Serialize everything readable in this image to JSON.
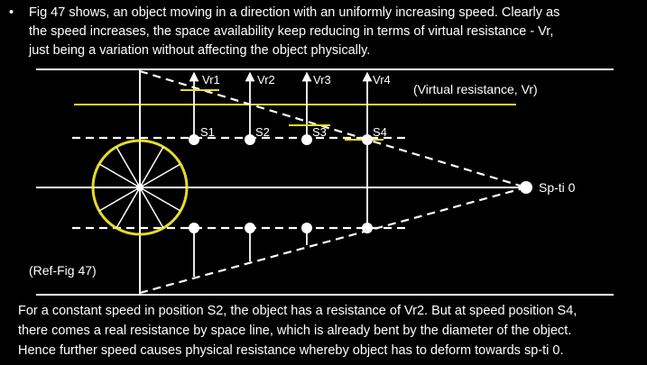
{
  "intro": {
    "bullet": "•",
    "lines": [
      "Fig 47 shows, an object moving in a direction with an uniformly increasing speed. Clearly as",
      "the speed increases, the space availability keep reducing in terms of virtual resistance - Vr,",
      "just being a variation without affecting the object physically."
    ]
  },
  "diagram": {
    "vr_labels": [
      "Vr1",
      "Vr2",
      "Vr3",
      "Vr4"
    ],
    "s_labels": [
      "S1",
      "S2",
      "S3",
      "S4"
    ],
    "virtual_resistance_label": "(Virtual resistance, Vr)",
    "end_point_label": "Sp-ti 0",
    "ref_label": "(Ref-Fig 47)",
    "colors": {
      "object_ring": "#e6dc28",
      "resistance_line": "#e6dc28",
      "lines": "#ffffff"
    }
  },
  "conclusion": {
    "lines": [
      "For a constant speed in position S2, the object has a resistance of Vr2. But at speed position S4,",
      "there comes a real resistance by space line, which is already bent by the diameter of the object.",
      "Hence further speed causes physical resistance whereby object has to deform towards  sp-ti 0."
    ]
  }
}
